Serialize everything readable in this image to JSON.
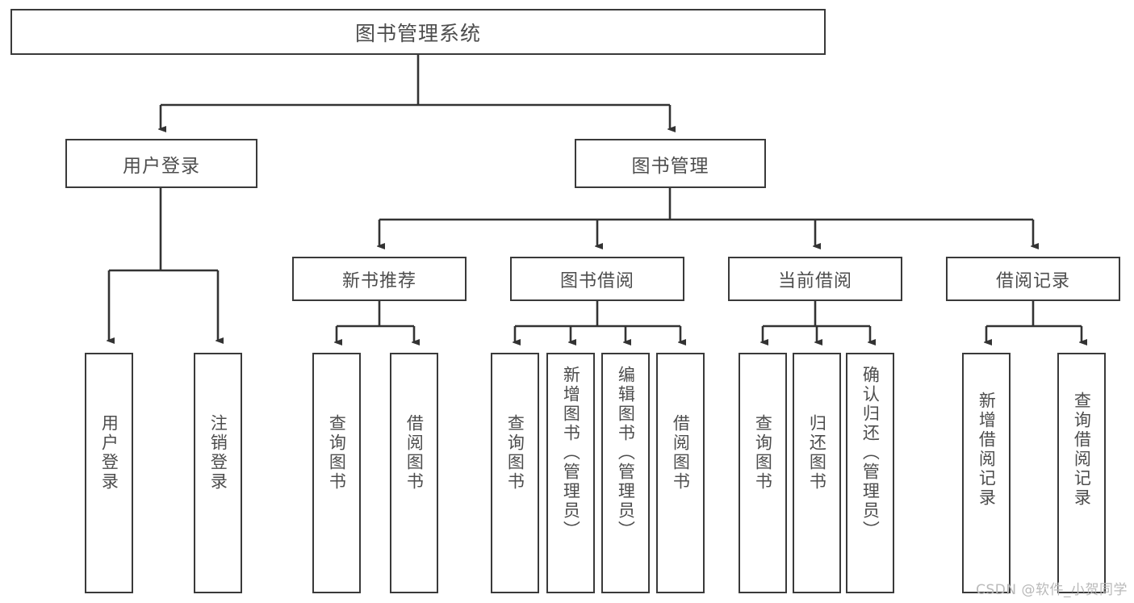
{
  "diagram": {
    "title": "图书管理系统",
    "type": "tree-hierarchy-chart",
    "watermark": "CSDN @软件_小贺同学",
    "colors": {
      "border": "#3a3a3a",
      "text": "#4d4d4d",
      "background": "#ffffff",
      "connector": "#333333",
      "watermark": "#b9b9b9"
    },
    "root": {
      "label": "图书管理系统"
    },
    "level1": [
      {
        "id": "user-login",
        "label": "用户登录"
      },
      {
        "id": "book-manage",
        "label": "图书管理"
      }
    ],
    "level2": [
      {
        "id": "new-book-recommend",
        "label": "新书推荐"
      },
      {
        "id": "book-borrow",
        "label": "图书借阅"
      },
      {
        "id": "current-borrow",
        "label": "当前借阅"
      },
      {
        "id": "borrow-record",
        "label": "借阅记录"
      }
    ],
    "leaves": {
      "user_login": [
        {
          "id": "leaf-user-login",
          "label": "用户登录"
        },
        {
          "id": "leaf-logout-login",
          "label": "注销登录"
        }
      ],
      "new_book_recommend": [
        {
          "id": "leaf-query-book-1",
          "label": "查询图书"
        },
        {
          "id": "leaf-borrow-book-1",
          "label": "借阅图书"
        }
      ],
      "book_borrow": [
        {
          "id": "leaf-query-book-2",
          "label": "查询图书"
        },
        {
          "id": "leaf-add-book",
          "label": "新增图书（管理员）"
        },
        {
          "id": "leaf-edit-book",
          "label": "编辑图书（管理员）"
        },
        {
          "id": "leaf-borrow-book-2",
          "label": "借阅图书"
        }
      ],
      "current_borrow": [
        {
          "id": "leaf-query-book-3",
          "label": "查询图书"
        },
        {
          "id": "leaf-return-book",
          "label": "归还图书"
        },
        {
          "id": "leaf-confirm-return",
          "label": "确认归还（管理员）"
        }
      ],
      "borrow_record": [
        {
          "id": "leaf-add-record",
          "label": "新增借阅记录"
        },
        {
          "id": "leaf-query-record",
          "label": "查询借阅记录"
        }
      ]
    }
  }
}
